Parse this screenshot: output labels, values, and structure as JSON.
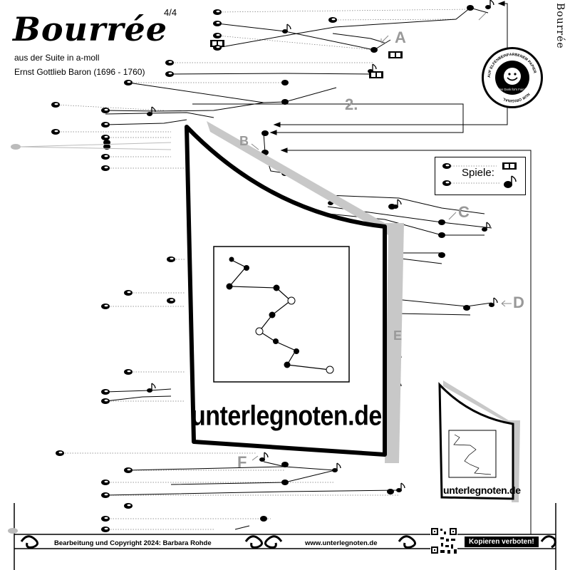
{
  "header": {
    "title": "Bourrée",
    "subtitle": "aus der Suite in a-moll",
    "composer": "Ernst Gottlieb Baron (1696 - 1760)",
    "page_number": "4/4",
    "side_title": "Bourrée"
  },
  "section_marks": {
    "a": "A",
    "b": "B",
    "c": "C",
    "d": "D",
    "e": "E",
    "f": "F",
    "repeat_two": "2."
  },
  "legend": {
    "label": "Spiele:"
  },
  "stamp": {
    "lines": [
      "NUR ORIGINAL",
      "AUF ELFENBEINFARBENEM PAPIER",
      "Vielen Dank für's Fairplay!"
    ]
  },
  "watermark": {
    "text": "unterlegnoten.de",
    "small_text": "unterlegnoten.de"
  },
  "footer": {
    "copyright": "Bearbeitung und Copyright 2024: Barbara Rohde",
    "url": "www.unterlegnoten.de",
    "warning": "Kopieren verboten!"
  },
  "colors": {
    "ink": "#000000",
    "watermark_shadow": "#c8c8c8",
    "guide_line": "#555555"
  },
  "icons": {
    "stamp": "smiley-stamp-icon",
    "qr": "qr-code-icon",
    "arrow": "arrow-icon"
  }
}
